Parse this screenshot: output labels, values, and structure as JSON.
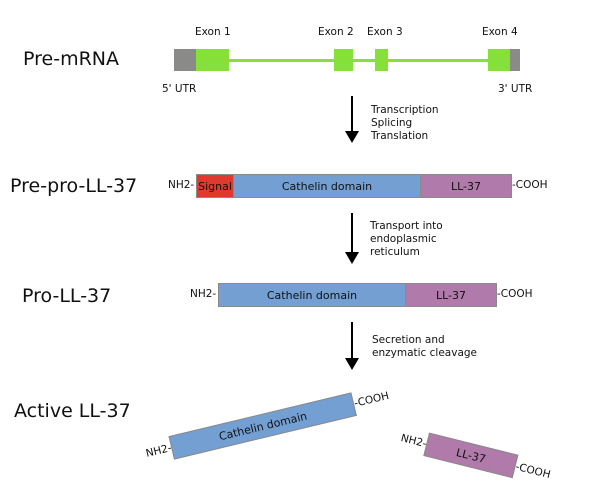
{
  "stages": {
    "pre_mrna": "Pre-mRNA",
    "pre_pro": "Pre-pro-LL-37",
    "pro": "Pro-LL-37",
    "active": "Active LL-37"
  },
  "pre_mrna": {
    "exons": [
      "Exon 1",
      "Exon 2",
      "Exon 3",
      "Exon 4"
    ],
    "utr5": "5' UTR",
    "utr3": "3' UTR"
  },
  "steps": {
    "step1": [
      "Transcription",
      "Splicing",
      "Translation"
    ],
    "step2": [
      "Transport into",
      "endoplasmic",
      "reticulum"
    ],
    "step3": [
      "Secretion and",
      "enzymatic cleavage"
    ]
  },
  "domains": {
    "signal": "Signal",
    "cathelin": "Cathelin domain",
    "ll37": "LL-37"
  },
  "termini": {
    "n": "NH2-",
    "c": "-COOH",
    "c_plain": "COOH",
    "n_plain": "NH2"
  },
  "colors": {
    "exon": "#86e03a",
    "utr": "#8a8a89",
    "signal": "#e03a2e",
    "cathelin": "#739fd3",
    "ll37": "#b07aaa"
  }
}
